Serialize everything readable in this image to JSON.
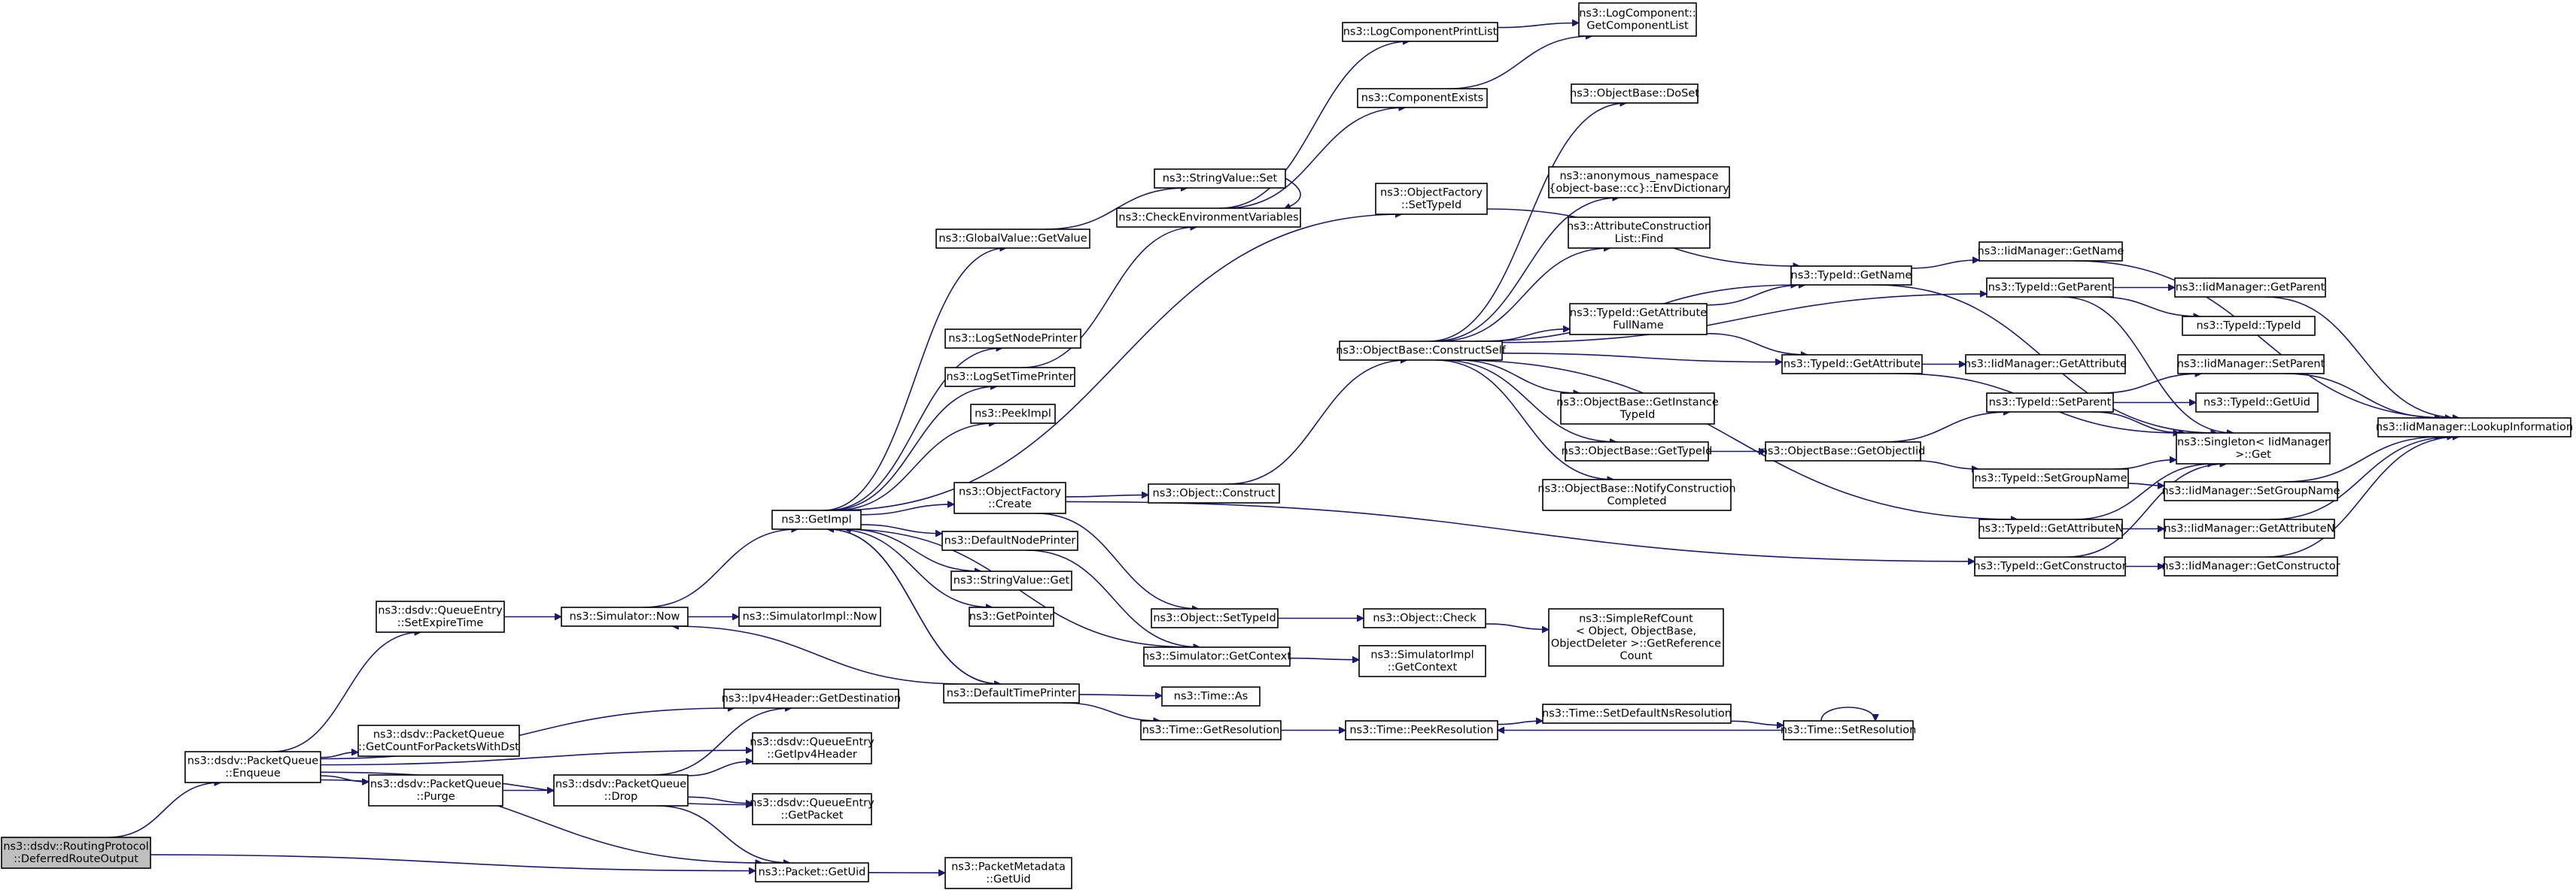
{
  "colors": {
    "edge": "#191970",
    "node_border": "#000000",
    "root_fill": "#bfbfbf",
    "node_fill": "#ffffff"
  },
  "nodes": [
    {
      "id": "root",
      "lines": [
        "ns3::dsdv::RoutingProtocol",
        "::DeferredRouteOutput"
      ],
      "root": true
    },
    {
      "id": "enqueue",
      "lines": [
        "ns3::dsdv::PacketQueue",
        "::Enqueue"
      ]
    },
    {
      "id": "setexpire",
      "lines": [
        "ns3::dsdv::QueueEntry",
        "::SetExpireTime"
      ]
    },
    {
      "id": "simnow",
      "lines": [
        "ns3::Simulator::Now"
      ]
    },
    {
      "id": "simimplnow",
      "lines": [
        "ns3::SimulatorImpl::Now"
      ]
    },
    {
      "id": "ipv4dest",
      "lines": [
        "ns3::Ipv4Header::GetDestination"
      ]
    },
    {
      "id": "getcount",
      "lines": [
        "ns3::dsdv::PacketQueue",
        "::GetCountForPacketsWithDst"
      ]
    },
    {
      "id": "getipv4hdr",
      "lines": [
        "ns3::dsdv::QueueEntry",
        "::GetIpv4Header"
      ]
    },
    {
      "id": "purge",
      "lines": [
        "ns3::dsdv::PacketQueue",
        "::Purge"
      ]
    },
    {
      "id": "drop",
      "lines": [
        "ns3::dsdv::PacketQueue",
        "::Drop"
      ]
    },
    {
      "id": "getpacket",
      "lines": [
        "ns3::dsdv::QueueEntry",
        "::GetPacket"
      ]
    },
    {
      "id": "pktuid",
      "lines": [
        "ns3::Packet::GetUid"
      ]
    },
    {
      "id": "pmuid",
      "lines": [
        "ns3::PacketMetadata",
        "::GetUid"
      ]
    },
    {
      "id": "getimpl",
      "lines": [
        "ns3::GetImpl"
      ]
    },
    {
      "id": "gvgetvalue",
      "lines": [
        "ns3::GlobalValue::GetValue"
      ]
    },
    {
      "id": "svset",
      "lines": [
        "ns3::StringValue::Set"
      ]
    },
    {
      "id": "checkenv",
      "lines": [
        "ns3::CheckEnvironmentVariables"
      ]
    },
    {
      "id": "lcprintlist",
      "lines": [
        "ns3::LogComponentPrintList"
      ]
    },
    {
      "id": "lcgetlist",
      "lines": [
        "ns3::LogComponent::",
        "GetComponentList"
      ]
    },
    {
      "id": "compexists",
      "lines": [
        "ns3::ComponentExists"
      ]
    },
    {
      "id": "logsetnode",
      "lines": [
        "ns3::LogSetNodePrinter"
      ]
    },
    {
      "id": "logsettime",
      "lines": [
        "ns3::LogSetTimePrinter"
      ]
    },
    {
      "id": "peekimpl",
      "lines": [
        "ns3::PeekImpl"
      ]
    },
    {
      "id": "ofcreate",
      "lines": [
        "ns3::ObjectFactory",
        "::Create"
      ]
    },
    {
      "id": "defnodeprinter",
      "lines": [
        "ns3::DefaultNodePrinter"
      ]
    },
    {
      "id": "svget",
      "lines": [
        "ns3::StringValue::Get"
      ]
    },
    {
      "id": "getpointer",
      "lines": [
        "ns3::GetPointer"
      ]
    },
    {
      "id": "deftimeprinter",
      "lines": [
        "ns3::DefaultTimePrinter"
      ]
    },
    {
      "id": "objconstruct",
      "lines": [
        "ns3::Object::Construct"
      ]
    },
    {
      "id": "objsettypeid",
      "lines": [
        "ns3::Object::SetTypeId"
      ]
    },
    {
      "id": "simgetctx",
      "lines": [
        "ns3::Simulator::GetContext"
      ]
    },
    {
      "id": "timeas",
      "lines": [
        "ns3::Time::As"
      ]
    },
    {
      "id": "timegetres",
      "lines": [
        "ns3::Time::GetResolution"
      ]
    },
    {
      "id": "ofsettypeid",
      "lines": [
        "ns3::ObjectFactory",
        "::SetTypeId"
      ]
    },
    {
      "id": "obconstructself",
      "lines": [
        "ns3::ObjectBase::ConstructSelf"
      ]
    },
    {
      "id": "objcheck",
      "lines": [
        "ns3::Object::Check"
      ]
    },
    {
      "id": "simimplgetctx",
      "lines": [
        "ns3::SimulatorImpl",
        "::GetContext"
      ]
    },
    {
      "id": "timepeekres",
      "lines": [
        "ns3::Time::PeekResolution"
      ]
    },
    {
      "id": "obdoset",
      "lines": [
        "ns3::ObjectBase::DoSet"
      ]
    },
    {
      "id": "anonenv",
      "lines": [
        "ns3::anonymous_namespace",
        "{object-base::cc}::EnvDictionary"
      ]
    },
    {
      "id": "attrconsfind",
      "lines": [
        "ns3::AttributeConstruction",
        "List::Find"
      ]
    },
    {
      "id": "tidgetattrfull",
      "lines": [
        "ns3::TypeId::GetAttribute",
        "FullName"
      ]
    },
    {
      "id": "obgetinst",
      "lines": [
        "ns3::ObjectBase::GetInstance",
        "TypeId"
      ]
    },
    {
      "id": "obgettypeid",
      "lines": [
        "ns3::ObjectBase::GetTypeId"
      ]
    },
    {
      "id": "obnotify",
      "lines": [
        "ns3::ObjectBase::NotifyConstruction",
        "Completed"
      ]
    },
    {
      "id": "srcget",
      "lines": [
        "ns3::SimpleRefCount",
        "< Object, ObjectBase,",
        "ObjectDeleter >::GetReference",
        "Count"
      ]
    },
    {
      "id": "timesetdefns",
      "lines": [
        "ns3::Time::SetDefaultNsResolution"
      ]
    },
    {
      "id": "timesetres",
      "lines": [
        "ns3::Time::SetResolution"
      ]
    },
    {
      "id": "tidgetname",
      "lines": [
        "ns3::TypeId::GetName"
      ]
    },
    {
      "id": "tidgetattr",
      "lines": [
        "ns3::TypeId::GetAttribute"
      ]
    },
    {
      "id": "obgetobjtid",
      "lines": [
        "ns3::ObjectBase::GetObjectIid"
      ]
    },
    {
      "id": "iidgetname",
      "lines": [
        "ns3::IidManager::GetName"
      ]
    },
    {
      "id": "tidgetparent",
      "lines": [
        "ns3::TypeId::GetParent"
      ]
    },
    {
      "id": "iidgetattr",
      "lines": [
        "ns3::IidManager::GetAttribute"
      ]
    },
    {
      "id": "tidsetparent",
      "lines": [
        "ns3::TypeId::SetParent"
      ]
    },
    {
      "id": "tidsetgroup",
      "lines": [
        "ns3::TypeId::SetGroupName"
      ]
    },
    {
      "id": "tidgetattrn",
      "lines": [
        "ns3::TypeId::GetAttributeN"
      ]
    },
    {
      "id": "tidgetcons",
      "lines": [
        "ns3::TypeId::GetConstructor"
      ]
    },
    {
      "id": "iidgetparent",
      "lines": [
        "ns3::IidManager::GetParent"
      ]
    },
    {
      "id": "tidtypeid",
      "lines": [
        "ns3::TypeId::TypeId"
      ]
    },
    {
      "id": "iidsetparent",
      "lines": [
        "ns3::IidManager::SetParent"
      ]
    },
    {
      "id": "tidgetuid",
      "lines": [
        "ns3::TypeId::GetUid"
      ]
    },
    {
      "id": "singletonget",
      "lines": [
        "ns3::Singleton< IidManager",
        ">::Get"
      ]
    },
    {
      "id": "iidsetgroup",
      "lines": [
        "ns3::IidManager::SetGroupName"
      ]
    },
    {
      "id": "iidgetattrn",
      "lines": [
        "ns3::IidManager::GetAttributeN"
      ]
    },
    {
      "id": "iidgetcons",
      "lines": [
        "ns3::IidManager::GetConstructor"
      ]
    },
    {
      "id": "iidlookup",
      "lines": [
        "ns3::IidManager::LookupInformation"
      ]
    }
  ]
}
